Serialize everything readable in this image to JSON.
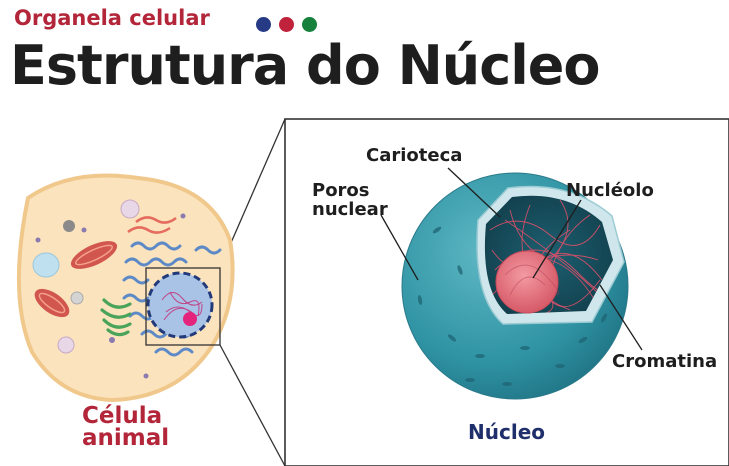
{
  "header": {
    "kicker": "Organela celular",
    "title": "Estrutura do Núcleo",
    "dot_colors": [
      "#263a86",
      "#c0223b",
      "#16803c"
    ]
  },
  "cell": {
    "caption_line1": "Célula",
    "caption_line2": "animal"
  },
  "nucleus": {
    "caption": "Núcleo",
    "labels": {
      "carioteca": "Carioteca",
      "poros_line1": "Poros",
      "poros_line2": "nuclear",
      "nucleolo": "Nucléolo",
      "cromatina": "Cromatina"
    }
  },
  "colors": {
    "accent_red": "#b3263a",
    "navy": "#1f2f6b",
    "nucleus_teal": "#2f93a3",
    "nucleolus_pink": "#e9727d"
  }
}
